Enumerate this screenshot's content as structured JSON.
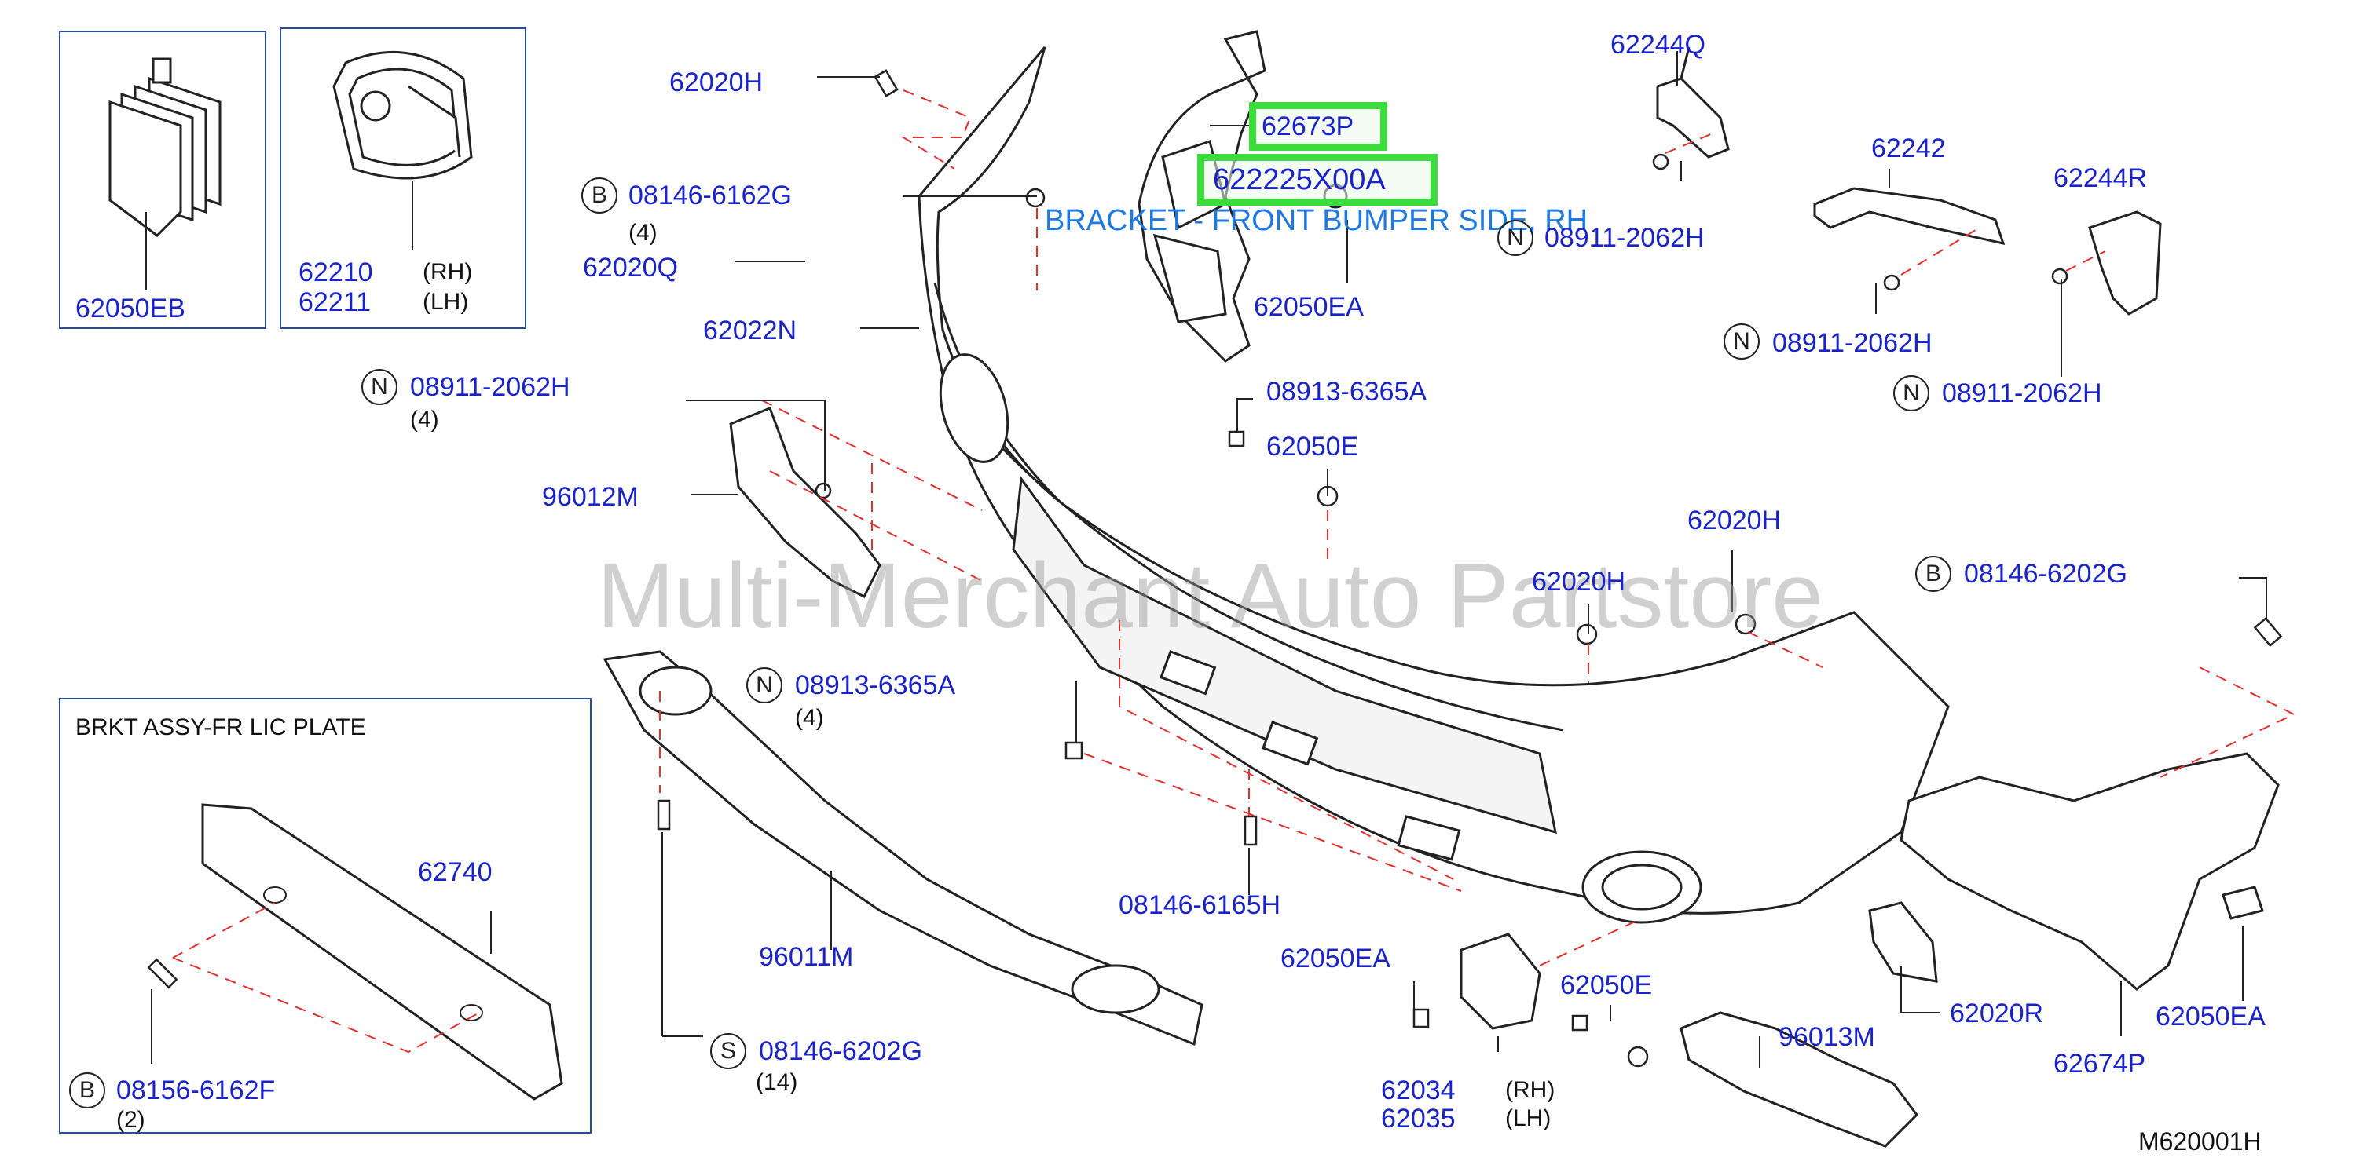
{
  "watermark": "Multi-Merchant Auto Partstore",
  "diagram_code": "M620001H",
  "highlight_color": "#3ddc3d",
  "label_color": "#1a23c8",
  "bracket_label_color": "#1f7ae0",
  "dash_color": "#e03030",
  "inset_license_plate": {
    "title": "BRKT   ASSY-FR   LIC   PLATE",
    "part": "62740",
    "bolt_prefix": "B",
    "bolt": "08156-6162F",
    "bolt_qty": "(2)"
  },
  "inset_clip": {
    "part": "62050EB"
  },
  "inset_grommet": {
    "part_rh": "62210",
    "part_lh": "62211",
    "rh": "(RH)",
    "lh": "(LH)"
  },
  "highlighted_parts": [
    {
      "part": "62673P"
    },
    {
      "part": "622225X00A"
    }
  ],
  "bracket_note": "BRACKET - FRONT BUMPER SIDE, RH",
  "prefixed_labels": [
    {
      "prefix": "B",
      "part": "08146-6162G",
      "qty": "(4)"
    },
    {
      "prefix": "N",
      "part": "08911-2062H",
      "qty": "(4)"
    },
    {
      "prefix": "N",
      "part": "08913-6365A",
      "qty": "(4)"
    },
    {
      "prefix": "S",
      "part": "08146-6202G",
      "qty": "(14)"
    },
    {
      "prefix": "N",
      "part": "08911-2062H",
      "qty": ""
    },
    {
      "prefix": "N",
      "part": "08911-2062H",
      "qty": ""
    },
    {
      "prefix": "N",
      "part": "08911-2062H",
      "qty": ""
    },
    {
      "prefix": "B",
      "part": "08146-6202G",
      "qty": ""
    }
  ],
  "parts": [
    "62020H",
    "62020Q",
    "62022N",
    "96012M",
    "62050EA",
    "08913-6365A",
    "62050E",
    "62244Q",
    "62242",
    "62244R",
    "62020H",
    "62020H",
    "08146-6165H",
    "96011M",
    "62050EA",
    "62050E",
    "96013M",
    "62020R",
    "62674P",
    "62050EA"
  ],
  "fog_lamp": {
    "part_rh": "62034",
    "part_lh": "62035",
    "rh": "(RH)",
    "lh": "(LH)"
  }
}
